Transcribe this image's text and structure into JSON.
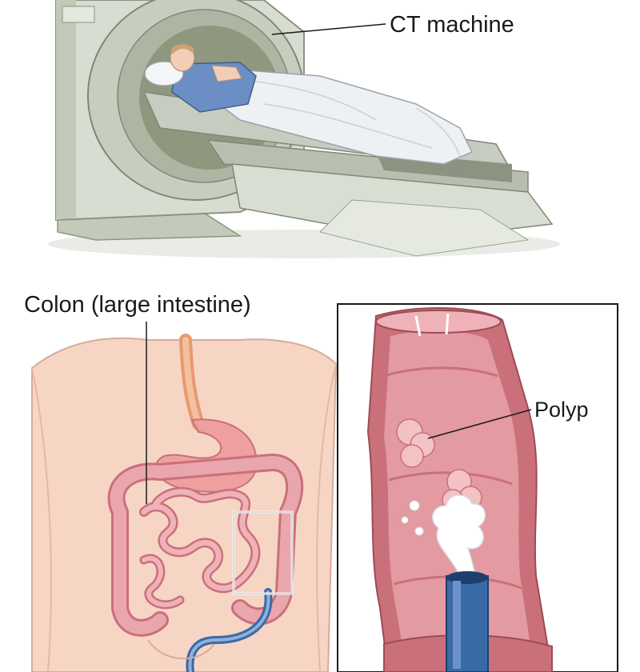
{
  "labels": {
    "ct_machine": "CT machine",
    "colon": "Colon (large intestine)",
    "polyp": "Polyp"
  },
  "colors": {
    "machine_body": "#d6dccf",
    "machine_shadow": "#b9c1b1",
    "bore": "#8a9181",
    "sheet": "#eef1f4",
    "gown": "#6b8fc4",
    "skin": "#f2cdb8",
    "torso": "#f6d5c5",
    "colon": "#e9a6ad",
    "colon_wall": "#c9707a",
    "intestine": "#e8a2ab",
    "stomach": "#ef9fa0",
    "esophagus": "#f0b28e",
    "colon_interior": "#e39aa0",
    "polyp": "#f3c2c4",
    "gas": "#ffffff",
    "tube": "#3a6aa6",
    "frame": "#1a1a1a",
    "inset_box": "#ffffff"
  },
  "icons": {
    "ct_scanner": "ct-scanner-illustration",
    "patient": "patient-illustration",
    "torso": "torso-anatomy-illustration",
    "colon_closeup": "colon-closeup-illustration"
  }
}
